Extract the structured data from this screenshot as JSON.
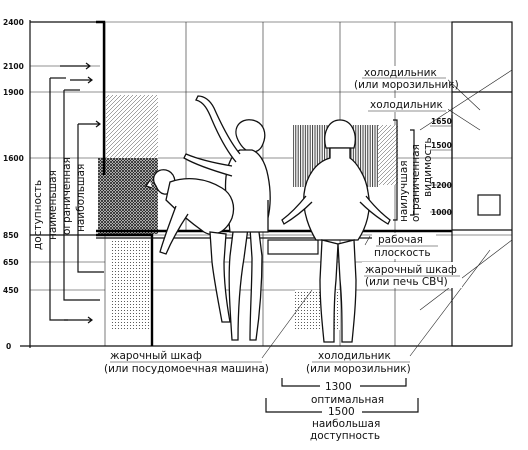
{
  "left_scale_ticks": [
    "2400",
    "2100",
    "1900",
    "1600",
    "850",
    "650",
    "450",
    "0"
  ],
  "right_scale_ticks": [
    "1650",
    "1500",
    "1200",
    "1000"
  ],
  "vertical_labels": {
    "reach_title": "доступность",
    "reach_least": "наименьшая",
    "reach_limited": "ограниченная",
    "reach_greatest": "наибольшая",
    "visibility_best": "наилучшая",
    "visibility_limited": "ограниченная",
    "visibility_title": "видимость"
  },
  "labels": {
    "fridge_or_freezer_top_1": "холодильник",
    "fridge_or_freezer_top_2": "(или морозильник)",
    "fridge_top": "холодильник",
    "work_surface_1": "рабочая",
    "work_surface_2": "плоскость",
    "oven_right_1": "жарочный шкаф",
    "oven_right_2": "(или печь СВЧ)",
    "oven_bottom_1": "жарочный шкаф",
    "oven_bottom_2": "(или посудомоечная машина)",
    "fridge_bottom_1": "холодильник",
    "fridge_bottom_2": "(или морозильник)",
    "dim_optimal_value": "1300",
    "dim_optimal_label": "оптимальная",
    "dim_max_value": "1500",
    "dim_max_label_1": "наибольшая",
    "dim_max_label_2": "доступность"
  }
}
